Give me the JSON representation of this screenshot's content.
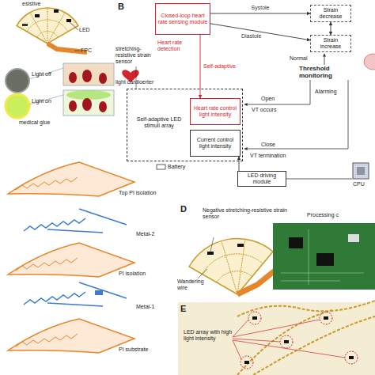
{
  "diagram": {
    "nodes": [
      {
        "text": [
          "Closed-loop heart rate sensing module"
        ]
      },
      {
        "text": [
          "Strain decrease"
        ]
      },
      {
        "text": [
          "Strain increase"
        ]
      },
      {
        "text": [
          "Self-adaptive LED stimuli array"
        ]
      },
      {
        "text": [
          "Heart rate control light intensity"
        ],
        "in": 3
      },
      {
        "text": [
          "Current control light intensity"
        ],
        "in": 3
      },
      {
        "text": [
          "LED driving module"
        ]
      }
    ],
    "edges": [
      {
        "from": 0,
        "to": 1,
        "label": "Systole",
        "arrow": "to"
      },
      {
        "from": 0,
        "to": 2,
        "label": "Diastole",
        "arrow": "to"
      },
      {
        "from": 1,
        "to": 2,
        "arrow": "both"
      },
      {
        "from": 0,
        "to": 4,
        "label": "Self-adaptive",
        "arrow": "to"
      },
      {
        "from": 6,
        "to": 5,
        "arrow": "to"
      }
    ],
    "labels": [
      "esistive",
      "LED",
      "FPC",
      "Light off",
      "Light on",
      "medical glue",
      "B",
      "stretching-resistive strain sensor",
      "Heart rate detection",
      "light cardioerter",
      "Normal",
      "Threshold monitoring",
      "Alarming",
      "Open",
      "VT occurs",
      "Close",
      "VT termination",
      "Battery",
      "CPU",
      "Top PI isolation",
      "Metal-2",
      "PI isolation",
      "Metal-1",
      "PI substrate",
      "D",
      "Negative stretching-resistive strain sensor",
      "Wandering wire",
      "Processing c",
      "E",
      "LED array with high light intensity"
    ]
  }
}
